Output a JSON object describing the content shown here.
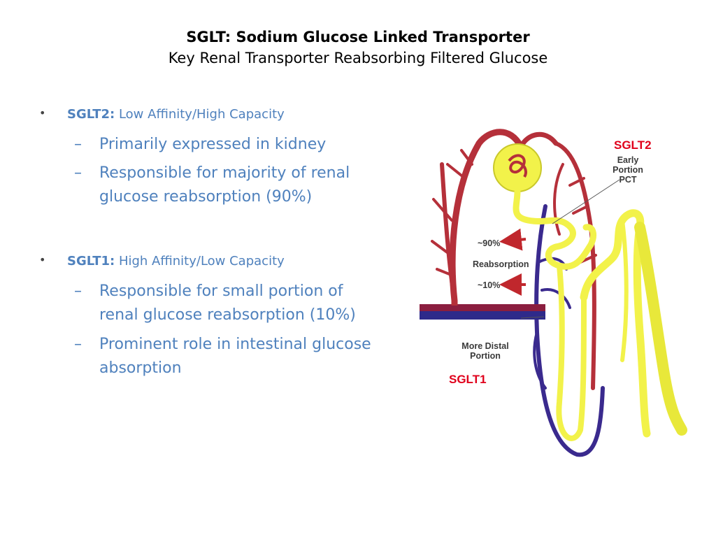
{
  "title": {
    "line1": "SGLT: Sodium Glucose Linked Transporter",
    "line2": "Key Renal Transporter Reabsorbing Filtered Glucose"
  },
  "bullets": [
    {
      "name": "SGLT2:",
      "desc": " Low Affinity/High Capacity",
      "sub": [
        "Primarily expressed in kidney",
        "Responsible for majority of renal glucose reabsorption (90%)"
      ]
    },
    {
      "name": "SGLT1:",
      "desc": " High Affinity/Low Capacity",
      "sub": [
        "Responsible for small portion of renal glucose reabsorption (10%)",
        "Prominent role in intestinal glucose absorption"
      ]
    }
  ],
  "symbols": {
    "bullet": "•",
    "dash": "–"
  },
  "diagram": {
    "sglt2_label": "SGLT2",
    "early_portion_line1": "Early",
    "early_portion_line2": "Portion",
    "early_portion_line3": "PCT",
    "pct90": "~90%",
    "reabsorption": "Reabsorption",
    "pct10": "~10%",
    "distal_line1": "More Distal",
    "distal_line2": "Portion",
    "sglt1_label": "SGLT1"
  },
  "colors": {
    "accent_blue": "#4f81bd",
    "label_red": "#e0001b",
    "artery": "#b5303a",
    "vein": "#3a2a8e",
    "tubule": "#f2f24a"
  }
}
